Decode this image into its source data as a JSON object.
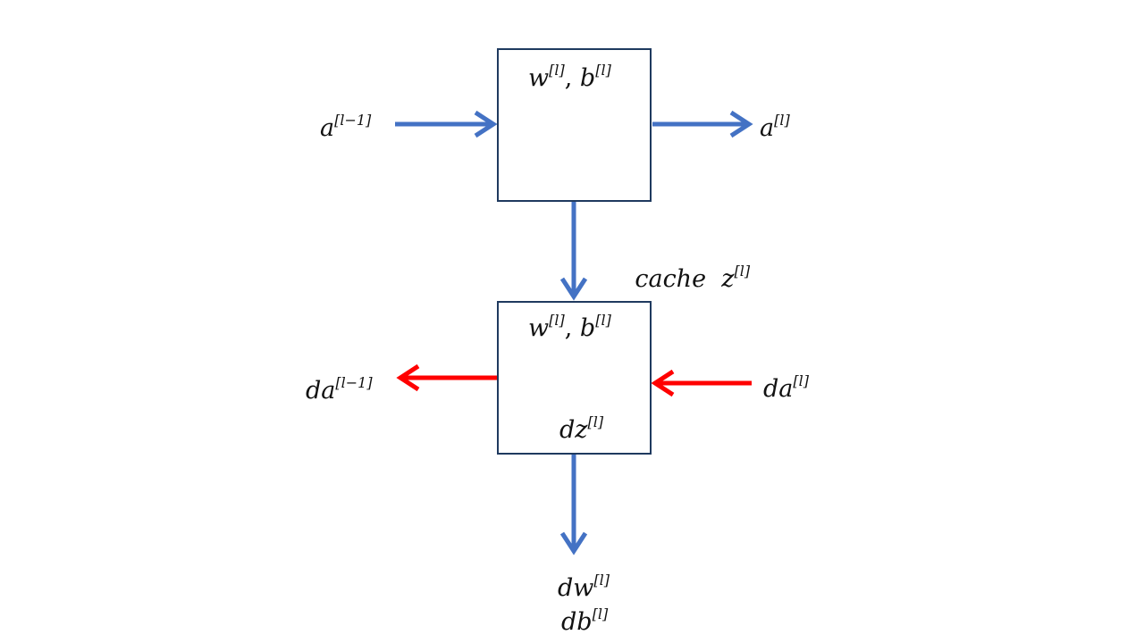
{
  "colors": {
    "forward_arrow": "#4472c4",
    "backward_arrow": "#ff0000",
    "box_border": "#1f3a5f"
  },
  "forward_block": {
    "params": {
      "w": "w",
      "w_sup": "[l]",
      "comma": ", ",
      "b": "b",
      "b_sup": "[l]"
    },
    "input": {
      "base": "a",
      "sup": "[l−1]"
    },
    "output": {
      "base": "a",
      "sup": "[l]"
    }
  },
  "cache": {
    "text": "cache  z",
    "sup": "[l]"
  },
  "backward_block": {
    "params": {
      "w": "w",
      "w_sup": "[l]",
      "comma": ", ",
      "b": "b",
      "b_sup": "[l]"
    },
    "dz": {
      "base": "dz",
      "sup": "[l]"
    },
    "input": {
      "base": "da",
      "sup": "[l]"
    },
    "output": {
      "base": "da",
      "sup": "[l−1]"
    }
  },
  "gradients": {
    "dw": {
      "base": "dw",
      "sup": "[l]"
    },
    "db": {
      "base": "db",
      "sup": "[l]"
    }
  }
}
